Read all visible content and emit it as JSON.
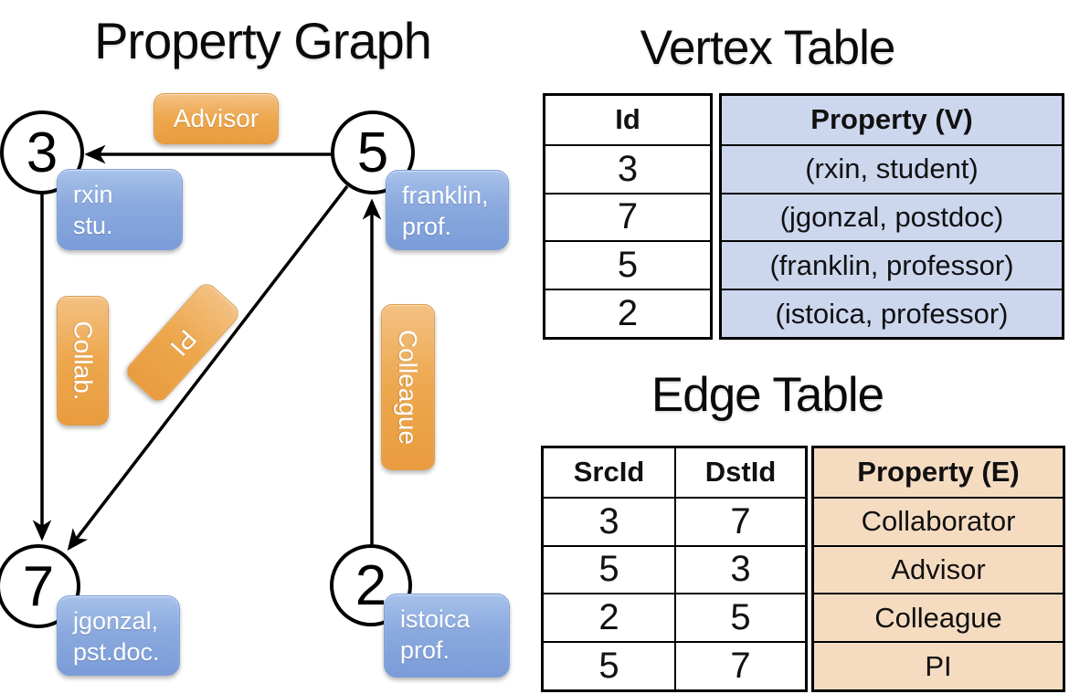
{
  "panel_titles": {
    "graph": "Property Graph",
    "vertex_table": "Vertex Table",
    "edge_table": "Edge Table"
  },
  "graph": {
    "vertices": [
      {
        "id": "3",
        "label_line1": "rxin",
        "label_line2": "stu."
      },
      {
        "id": "5",
        "label_line1": "franklin,",
        "label_line2": "prof."
      },
      {
        "id": "7",
        "label_line1": "jgonzal,",
        "label_line2": "pst.doc."
      },
      {
        "id": "2",
        "label_line1": "istoica",
        "label_line2": "prof."
      }
    ],
    "edge_labels": {
      "advisor": "Advisor",
      "collab": "Collab.",
      "pi": "PI",
      "colleague": "Colleague"
    }
  },
  "vertex_table": {
    "headers": {
      "id": "Id",
      "property": "Property (V)"
    },
    "rows": [
      {
        "id": "3",
        "property": "(rxin, student)"
      },
      {
        "id": "7",
        "property": "(jgonzal, postdoc)"
      },
      {
        "id": "5",
        "property": "(franklin, professor)"
      },
      {
        "id": "2",
        "property": "(istoica, professor)"
      }
    ]
  },
  "edge_table": {
    "headers": {
      "src": "SrcId",
      "dst": "DstId",
      "property": "Property (E)"
    },
    "rows": [
      {
        "src": "3",
        "dst": "7",
        "property": "Collaborator"
      },
      {
        "src": "5",
        "dst": "3",
        "property": "Advisor"
      },
      {
        "src": "2",
        "dst": "5",
        "property": "Colleague"
      },
      {
        "src": "5",
        "dst": "7",
        "property": "PI"
      }
    ]
  },
  "colors": {
    "edge_label_orange": "#eda74d",
    "vertex_label_blue": "#8aa9de",
    "vertex_property_cell_bg": "#ccd7ee",
    "edge_property_cell_bg": "#f5dcc1",
    "line_color": "#000000"
  }
}
